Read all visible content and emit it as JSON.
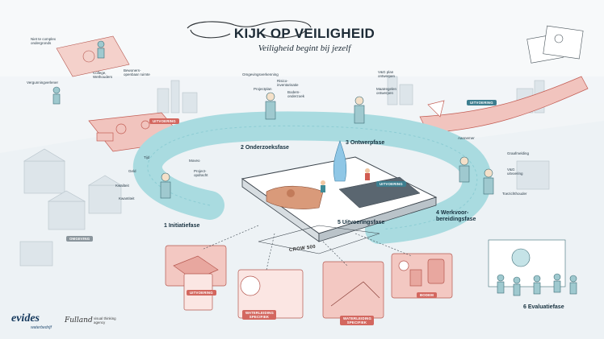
{
  "title": "KIJK OP VEILIGHEID",
  "subtitle": "Veiligheid begint bij jezelf",
  "phases": [
    {
      "label": "1 Initiatiefase"
    },
    {
      "label": "2 Onderzoeksfase"
    },
    {
      "label": "3 Ontwerpfase"
    },
    {
      "label": "4 Werkvoor-\nbereidingsfase"
    },
    {
      "label": "5 Uitvoeringsfase"
    },
    {
      "label": "6 Evaluatiefase"
    }
  ],
  "notes": {
    "complex": "Niet te complex ondergronds",
    "college": "College, Wethouders",
    "bewoners": "Bewoners-openbaar ruimte",
    "vergunning": "Vergunningverlener",
    "tijd": "Tijd",
    "geld": "Geld",
    "kwaliteit": "Kwaliteit",
    "kwantiteit": "Kwantiteit",
    "moveo": "Moveo",
    "projectopdracht": "Project-opdracht",
    "omgeving_verkenning": "Omgevingsverkenning",
    "risico": "Risico-inventarisatie",
    "projectplan": "Projectplan",
    "bodem": "Bodem-onderzoek",
    "vg_plan": "V&G plan ontwerpen",
    "maatregelen": "Maatregelen ontwerpen",
    "aannemer": "Aannemer",
    "graafmelding": "Graafmelding",
    "vg_uitvoering": "V&G uitvoering",
    "toezicht": "Toezichthouder",
    "crow": "CROW 500"
  },
  "tags": {
    "uitvoering1": "UITVOERING",
    "uitvoering2": "UITVOERING",
    "uitvoering3": "UITVOERING",
    "uitvoering4": "UITVOERING",
    "omgeving": "OMGEVING",
    "waterleiding1": "WATERLEIDING SPECIFIEK",
    "waterleiding2": "WATERLEIDING SPECIFIEK",
    "bodem": "BODEM"
  },
  "logos": {
    "evides": "evides",
    "evides_sub": "waterbedrijf",
    "agency": "visual thinking agency",
    "signature": "Fulland"
  },
  "colors": {
    "teal_ring": "#a9dbe0",
    "teal_dark": "#5aaab5",
    "salmon": "#e7958c",
    "red_tag": "#d3675f",
    "navy": "#1d2b36"
  }
}
